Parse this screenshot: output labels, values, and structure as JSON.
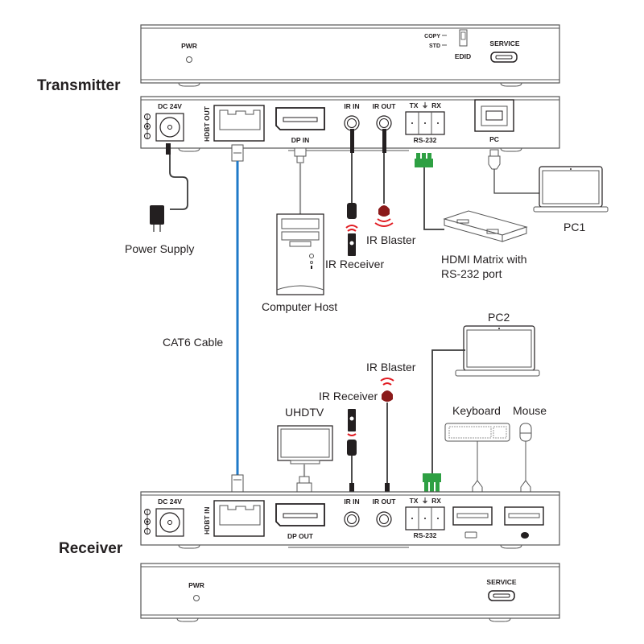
{
  "title_labels": {
    "transmitter": "Transmitter",
    "receiver": "Receiver"
  },
  "transmitter_front": {
    "pwr": "PWR",
    "edid_copy": "COPY",
    "edid_std": "STD",
    "edid": "EDID",
    "service": "SERVICE"
  },
  "transmitter_rear": {
    "dc": "DC 24V",
    "hdbt": "HDBT OUT",
    "dp": "DP IN",
    "ir_in": "IR IN",
    "ir_out": "IR OUT",
    "tx": "TX",
    "rx": "RX",
    "rs232": "RS-232",
    "pc": "PC"
  },
  "receiver_rear": {
    "dc": "DC 24V",
    "hdbt": "HDBT IN",
    "dp": "DP OUT",
    "ir_in": "IR IN",
    "ir_out": "IR OUT",
    "tx": "TX",
    "rx": "RX",
    "rs232": "RS-232"
  },
  "receiver_front": {
    "pwr": "PWR",
    "service": "SERVICE"
  },
  "devices": {
    "power_supply": "Power Supply",
    "computer_host": "Computer Host",
    "ir_receiver_tx": "IR Receiver",
    "ir_blaster_tx": "IR Blaster",
    "hdmi_matrix_line1": "HDMI Matrix with",
    "hdmi_matrix_line2": "RS-232 port",
    "pc1": "PC1",
    "cat6": "CAT6 Cable",
    "pc2": "PC2",
    "ir_blaster_rx": "IR Blaster",
    "ir_receiver_rx": "IR Receiver",
    "uhdtv": "UHDTV",
    "keyboard": "Keyboard",
    "mouse": "Mouse"
  },
  "colors": {
    "cat6_cable": "#1f7ac8",
    "ir_signal": "#e11b22",
    "terminal_block": "#2ea043",
    "ir_blaster_body": "#8b1a1a"
  }
}
